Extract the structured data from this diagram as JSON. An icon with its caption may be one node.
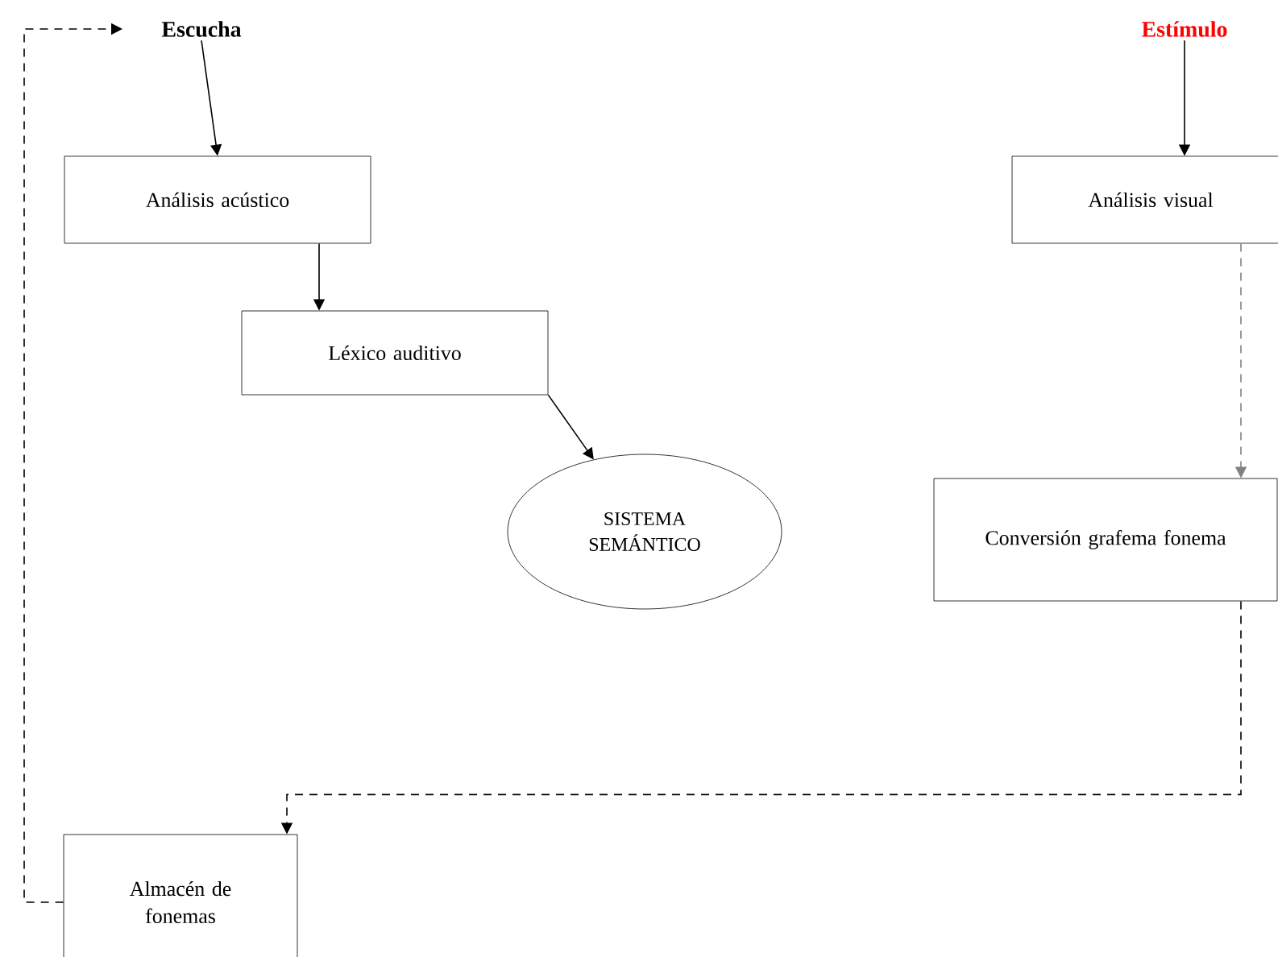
{
  "diagram": {
    "nodes": [
      {
        "text": [
          "Escucha"
        ]
      },
      {
        "text": [
          "Estímulo"
        ]
      },
      {
        "text": [
          "Análisis acústico"
        ]
      },
      {
        "text": [
          "Léxico auditivo"
        ]
      },
      {
        "text": [
          "SISTEMA SEMÁNTICO"
        ]
      },
      {
        "text": [
          "Análisis visual"
        ]
      },
      {
        "text": [
          "Conversión grafema fonema"
        ]
      },
      {
        "text": [
          "Almacén de fonemas"
        ]
      }
    ],
    "edges": [
      {
        "from": 0,
        "to": 2,
        "arrow": "to"
      },
      {
        "from": 2,
        "to": 3,
        "arrow": "to"
      },
      {
        "from": 3,
        "to": 4,
        "arrow": "to"
      },
      {
        "from": 1,
        "to": 5,
        "arrow": "to"
      },
      {
        "from": 5,
        "to": 6,
        "arrow": "to",
        "style": "dashed",
        "color": "#808080"
      },
      {
        "from": 6,
        "to": 7,
        "arrow": "to",
        "style": "dashed"
      },
      {
        "from": 7,
        "to": 0,
        "arrow": "to",
        "style": "dashed"
      }
    ]
  }
}
